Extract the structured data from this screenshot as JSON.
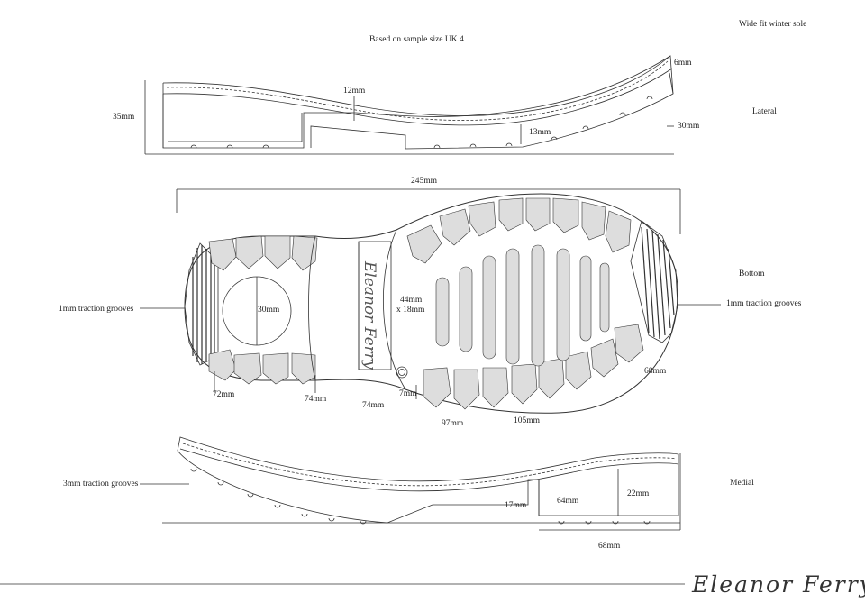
{
  "header": {
    "subtitle": "Based on sample size UK 4",
    "title": "Wide fit winter sole"
  },
  "views": {
    "lateral": {
      "label": "Lateral",
      "dims": {
        "thickness": "12mm",
        "toe_thickness": "6mm",
        "heel_height": "35mm",
        "toe_height": "30mm",
        "forepart": "13mm"
      }
    },
    "bottom": {
      "label": "Bottom",
      "dims": {
        "length": "245mm",
        "heel_circle": "30mm",
        "logo_size_line1": "44mm",
        "logo_size_line2": "x 18mm",
        "heel_width": "72mm",
        "waist_1": "74mm",
        "waist_2": "74mm",
        "small_circle": "7mm",
        "fore_1": "97mm",
        "fore_2": "105mm",
        "toe": "68mm"
      },
      "callouts": {
        "left": "1mm traction grooves",
        "right": "1mm traction grooves"
      },
      "logo_text": "Eleanor Ferry"
    },
    "medial": {
      "label": "Medial",
      "dims": {
        "shank": "17mm",
        "toe_h": "22mm",
        "inner": "64mm",
        "outer": "68mm"
      },
      "callout": "3mm traction grooves"
    }
  },
  "footer": {
    "signature": "Eleanor Ferry"
  }
}
